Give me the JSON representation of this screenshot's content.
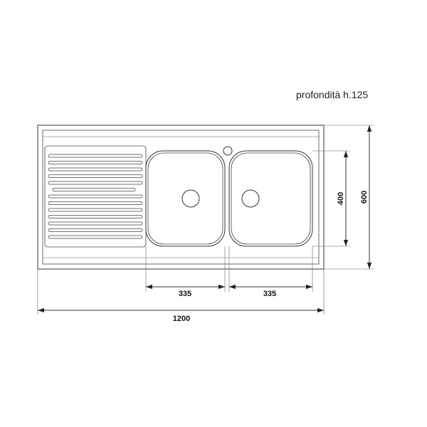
{
  "note": "profondità h.125",
  "dimensions": {
    "bowl_left_width": "335",
    "bowl_right_width": "335",
    "total_width": "1200",
    "bowl_depth": "400",
    "total_depth": "600"
  },
  "colors": {
    "line": "#333333",
    "background": "#ffffff"
  }
}
